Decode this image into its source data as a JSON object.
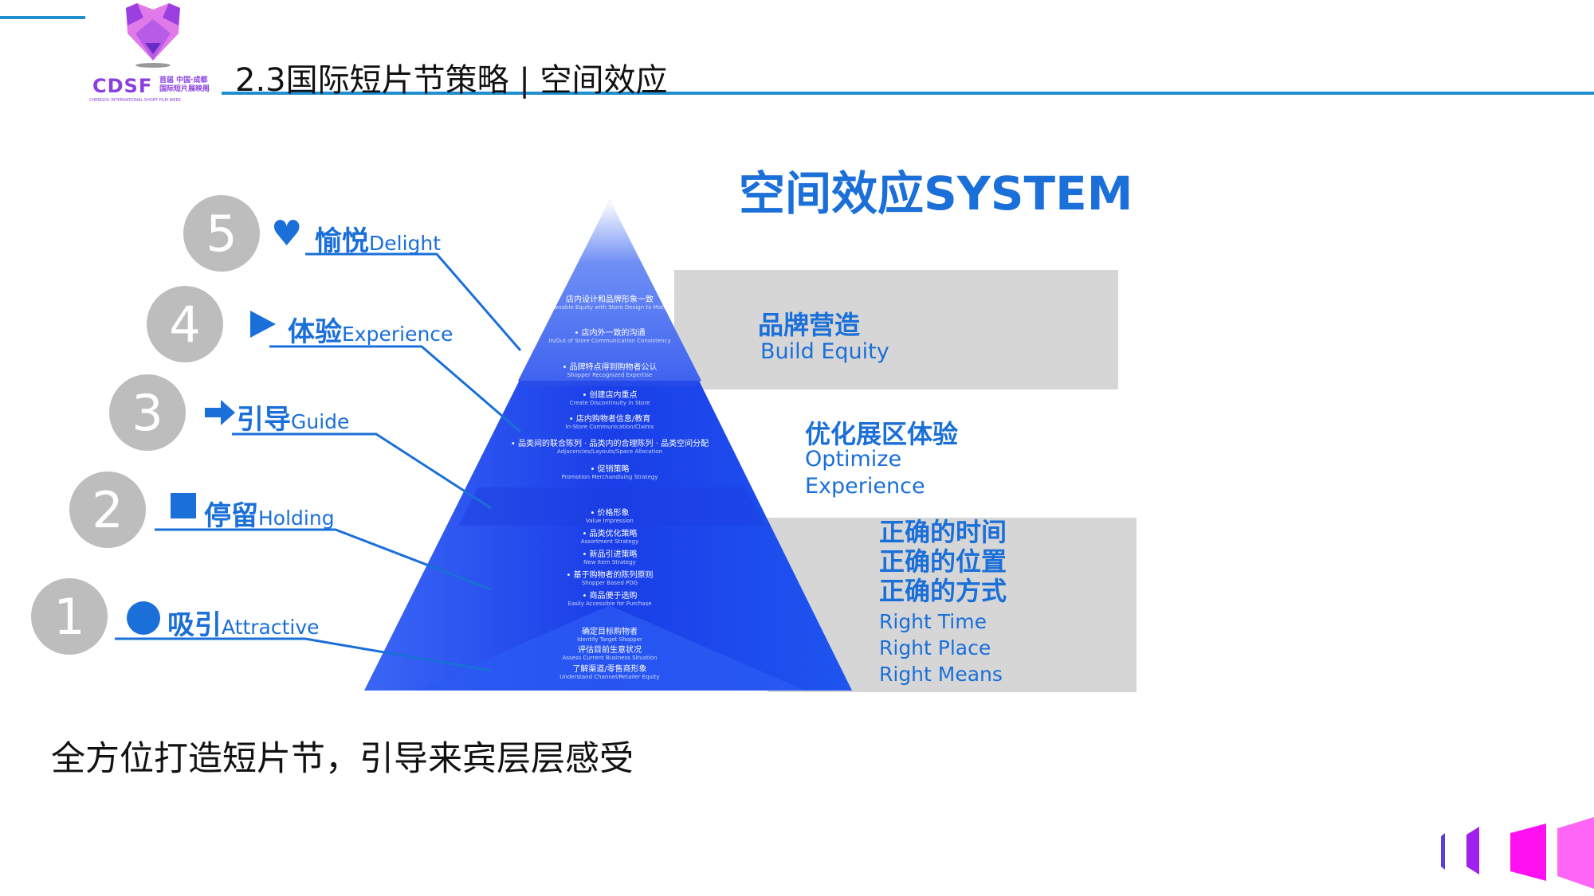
{
  "header": {
    "title": "2.3国际短片节策略 | 空间效应",
    "logo_text": "CDSF",
    "logo_cn": "首届 中国·成都 国际短片展映周",
    "logo_en": "CHENGDU INTERNATIONAL SHORT FILM WEEK"
  },
  "diagram": {
    "title": "空间效应SYSTEM",
    "levels": [
      {
        "num": "5",
        "icon": "heart-icon",
        "cn": "愉悦",
        "en": "Delight"
      },
      {
        "num": "4",
        "icon": "triangle-play-icon",
        "cn": "体验",
        "en": "Experience"
      },
      {
        "num": "3",
        "icon": "arrow-right-icon",
        "cn": "引导",
        "en": "Guide"
      },
      {
        "num": "2",
        "icon": "square-icon",
        "cn": "停留",
        "en": "Holding"
      },
      {
        "num": "1",
        "icon": "circle-icon",
        "cn": "吸引",
        "en": "Attractive"
      }
    ],
    "right": {
      "brand_cn": "品牌营造",
      "brand_en": "Build Equity",
      "opt_cn": "优化展区体验",
      "opt_en1": "Optimize",
      "opt_en2": "Experience",
      "right_cn": [
        "正确的时间",
        "正确的位置",
        "正确的方式"
      ],
      "right_en": [
        "Right Time",
        "Right Place",
        "Right Means"
      ]
    },
    "pyramid_items": [
      {
        "cn": "店内设计和品牌形象一致",
        "en": "Ownable Equity with Store Design to Match"
      },
      {
        "cn": "• 店内外一致的沟通",
        "en": "In/Out of Store Communication Consistency"
      },
      {
        "cn": "• 品牌特点得到购物者公认",
        "en": "Shopper Recognized Expertise"
      },
      {
        "cn": "• 创建店内重点",
        "en": "Create Discontinuity in Store"
      },
      {
        "cn": "• 店内购物者信息/教育",
        "en": "In-Store Communication/Claims"
      },
      {
        "cn": "• 品类间的联合陈列 · 品类内的合理陈列 · 品类空间分配",
        "en": "Adjacencies/Layouts/Space Allocation"
      },
      {
        "cn": "• 促销策略",
        "en": "Promotion Merchandising Strategy"
      },
      {
        "cn": "• 价格形象",
        "en": "Value Impression"
      },
      {
        "cn": "• 品类优化策略",
        "en": "Assortment Strategy"
      },
      {
        "cn": "• 新品引进策略",
        "en": "New Item Strategy"
      },
      {
        "cn": "• 基于购物者的陈列原则",
        "en": "Shopper Based POG"
      },
      {
        "cn": "• 商品便于选购",
        "en": "Easily Accessible for Purchase"
      },
      {
        "cn": "确定目标购物者",
        "en": "Identify Target Shopper"
      },
      {
        "cn": "评估目前生意状况",
        "en": "Assess Current Business Situation"
      },
      {
        "cn": "了解渠道/零售商形象",
        "en": "Understand Channel/Retailer Equity"
      }
    ]
  },
  "caption": "全方位打造短片节，引导来宾层层感受"
}
